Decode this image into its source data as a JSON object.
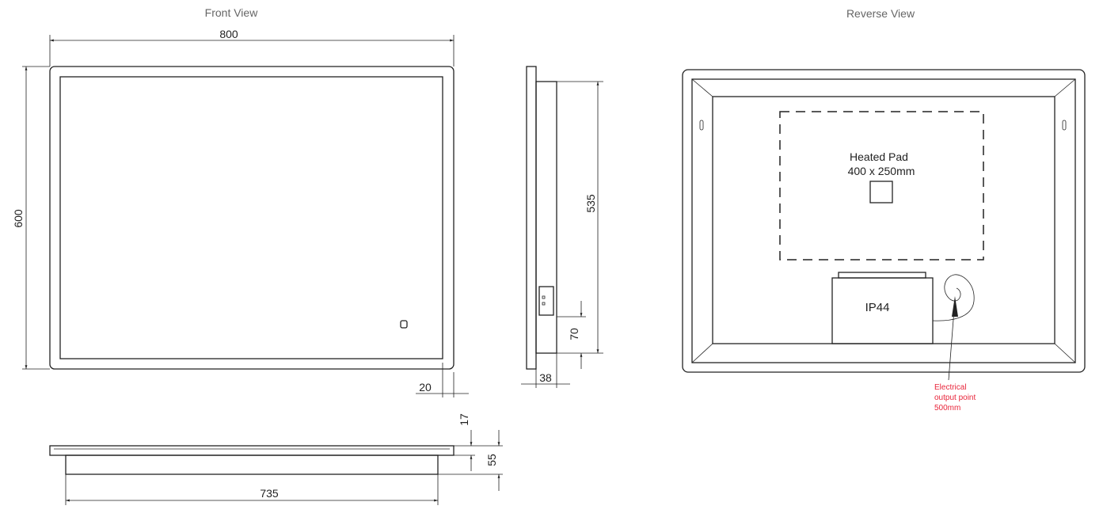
{
  "front_view": {
    "title": "Front View",
    "width": "800",
    "height": "600",
    "edge": "20"
  },
  "side_view": {
    "depth": "38",
    "panel_height": "535",
    "switch_offset": "70"
  },
  "bottom_view": {
    "frame": "17",
    "total_depth": "55",
    "length": "735"
  },
  "reverse_view": {
    "title": "Reverse View",
    "pad_label": "Heated Pad",
    "pad_size": "400 x 250mm",
    "rating": "IP44",
    "note": [
      "Electrical",
      "output point",
      "500mm"
    ],
    "note_color": "#e8253a"
  }
}
